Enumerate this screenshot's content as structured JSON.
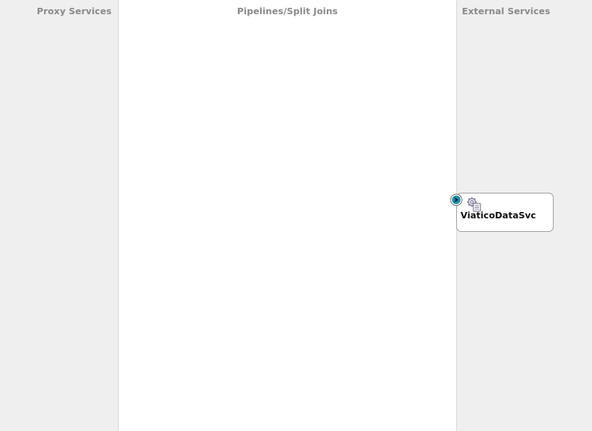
{
  "lanes": {
    "proxy": {
      "title": "Proxy Services"
    },
    "pipelines": {
      "title": "Pipelines/Split Joins"
    },
    "external": {
      "title": "External Services"
    }
  },
  "services": [
    {
      "name": "ViaticoDataSvc",
      "icon": "business-service-gear-icon"
    }
  ],
  "colors": {
    "lane_bg": "#efefef",
    "center_bg": "#ffffff",
    "title": "#8a8a8a",
    "port_teal": "#1e8fa6"
  }
}
